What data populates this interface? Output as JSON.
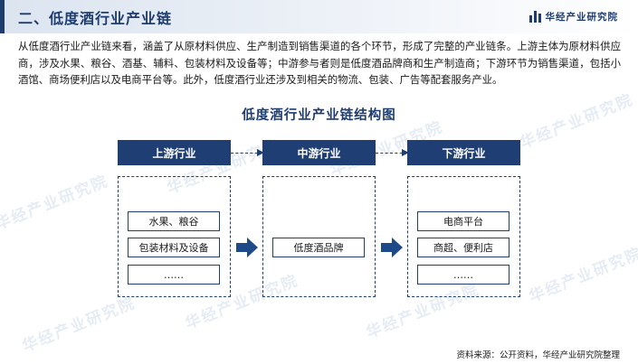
{
  "header": {
    "title": "二、低度酒行业产业链",
    "brand": "华经产业研究院"
  },
  "intro": "从低度酒行业产业链来看，涵盖了从原材料供应、生产制造到销售渠道的各个环节，形成了完整的产业链条。上游主体为原材料供应商，涉及水果、粮谷、酒基、辅料、包装材料及设备等；中游参与者则是低度酒品牌商和生产制造商；下游环节为销售渠道，包括小酒馆、商场便利店以及电商平台等。此外，低度酒行业还涉及到相关的物流、包装、广告等配套服务产业。",
  "diagram": {
    "title": "低度酒行业产业链结构图",
    "stages": [
      {
        "label": "上游行业",
        "items": [
          "水果、粮谷",
          "包装材料及设备",
          "……"
        ]
      },
      {
        "label": "中游行业",
        "items": [
          "低度酒品牌"
        ]
      },
      {
        "label": "下游行业",
        "items": [
          "电商平台",
          "商超、便利店",
          "……"
        ]
      }
    ]
  },
  "watermark": "华经产业研究院",
  "source": "资料来源：公开资料，华经产业研究院整理",
  "colors": {
    "primary": "#1f3f74",
    "header_bg": "#dbe4f0"
  }
}
